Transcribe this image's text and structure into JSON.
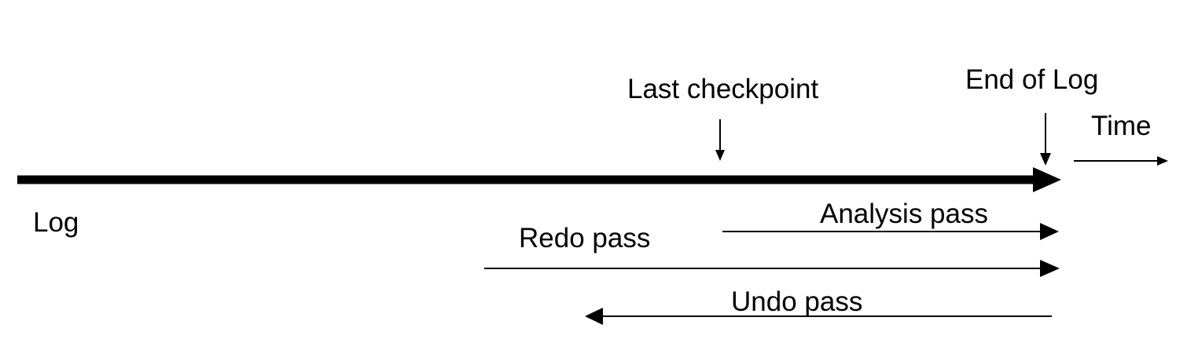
{
  "labels": {
    "last_checkpoint": "Last checkpoint",
    "end_of_log": "End of Log",
    "time": "Time",
    "log": "Log",
    "analysis_pass": "Analysis pass",
    "redo_pass": "Redo pass",
    "undo_pass": "Undo pass"
  },
  "colors": {
    "ink": "#000000",
    "background": "#ffffff"
  }
}
